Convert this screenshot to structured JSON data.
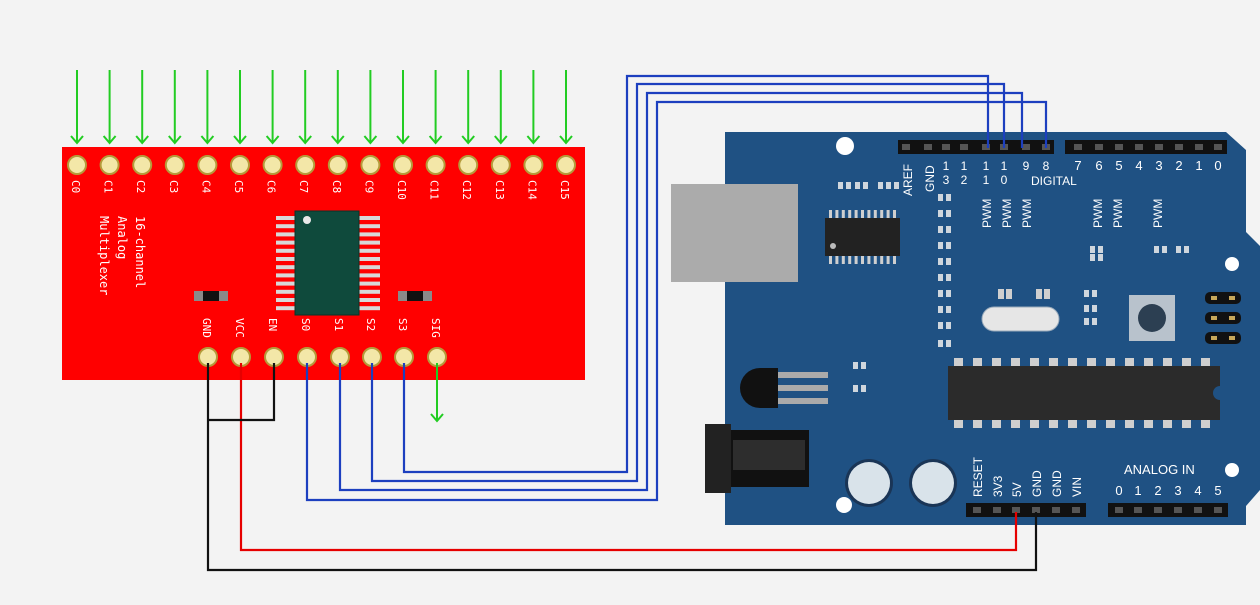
{
  "mux": {
    "channels": [
      "C0",
      "C1",
      "C2",
      "C3",
      "C4",
      "C5",
      "C6",
      "C7",
      "C8",
      "C9",
      "C10",
      "C11",
      "C12",
      "C13",
      "C14",
      "C15"
    ],
    "title_lines": [
      "16-channel",
      "Analog",
      "Multiplexer"
    ],
    "control_pins": [
      "GND",
      "VCC",
      "EN",
      "S0",
      "S1",
      "S2",
      "S3",
      "SIG"
    ]
  },
  "arduino": {
    "header_left": [
      "AREF",
      "GND"
    ],
    "digital_pins_high": [
      "13",
      "12",
      "11",
      "10",
      "9",
      "8"
    ],
    "digital_pins_low": [
      "7",
      "6",
      "5",
      "4",
      "3",
      "2",
      "1",
      "0"
    ],
    "digital_label": "DIGITAL",
    "pwm_label": "PWM",
    "power_pins": [
      "RESET",
      "3V3",
      "5V",
      "GND",
      "GND",
      "VIN"
    ],
    "analog_label": "ANALOG IN",
    "analog_pins": [
      "0",
      "1",
      "2",
      "3",
      "4",
      "5"
    ]
  },
  "colors": {
    "background": "#f3f3f3",
    "mux_board": "#ff0000",
    "arduino_board": "#1f5183",
    "wire_signal": "#1c3fbf",
    "wire_power": "#e60000",
    "wire_ground": "#111111",
    "input_arrow": "#22cc22"
  }
}
